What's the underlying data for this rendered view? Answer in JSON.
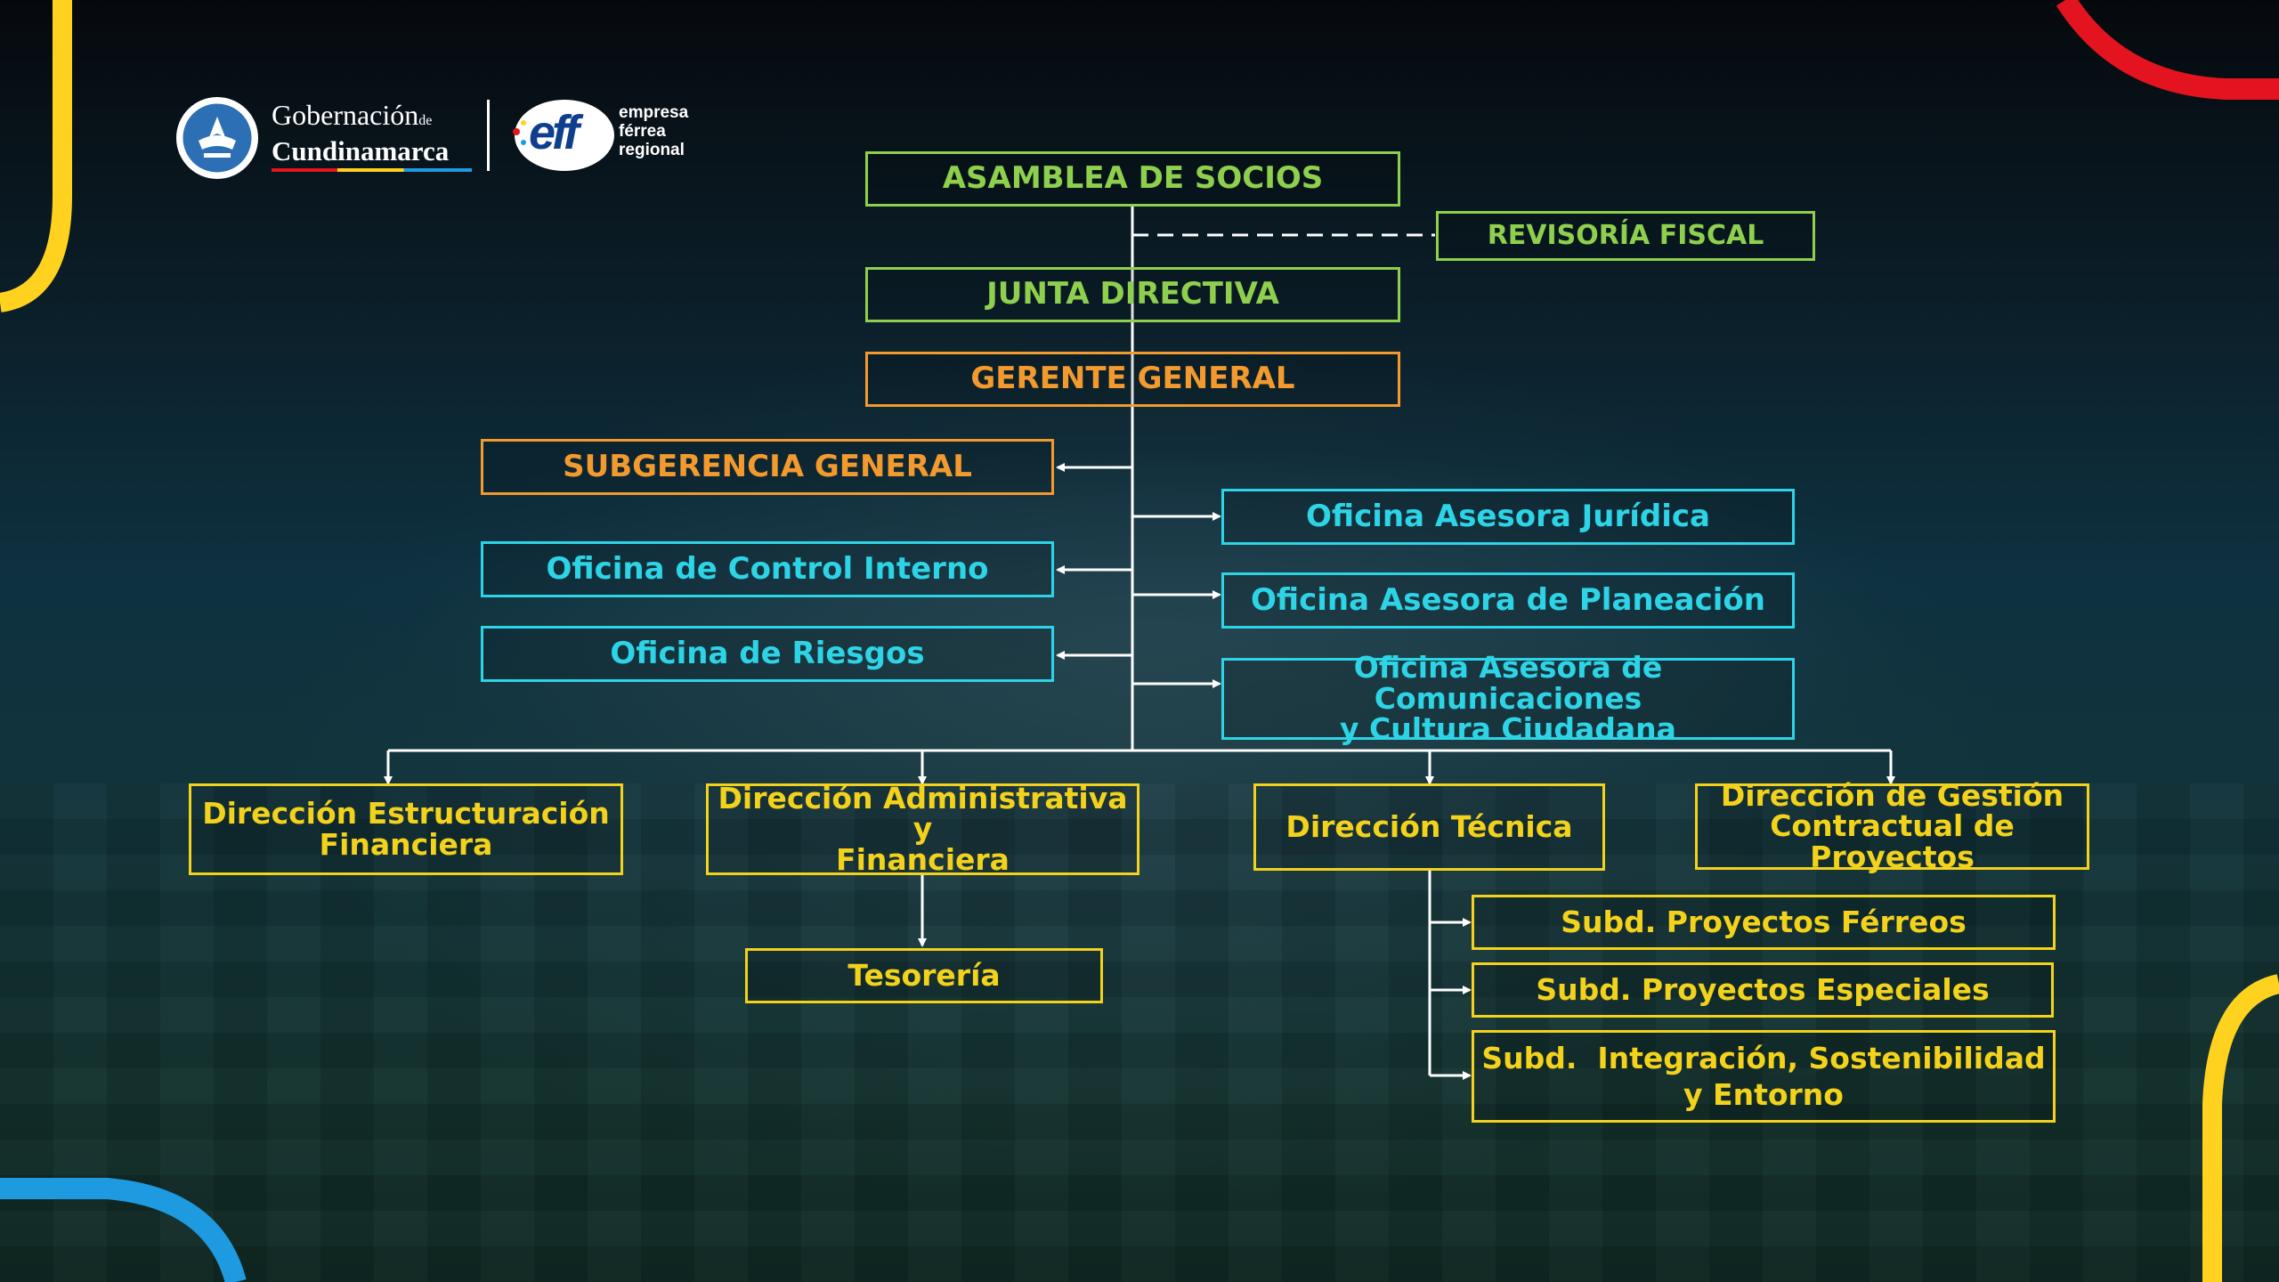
{
  "logos": {
    "gov_line1": "Gobernación",
    "gov_de": "de",
    "gov_line2": "Cundinamarca",
    "eff_mark": "eff",
    "eff_line1": "empresa",
    "eff_line2": "férrea",
    "eff_line3": "regional"
  },
  "org": {
    "asamblea": "ASAMBLEA DE SOCIOS",
    "revisoria": "REVISORÍA FISCAL",
    "junta": "JUNTA DIRECTIVA",
    "gerente": "GERENTE GENERAL",
    "subgerencia": "SUBGERENCIA GENERAL",
    "control_interno": "Oficina de Control Interno",
    "riesgos": "Oficina de Riesgos",
    "juridica": "Oficina Asesora Jurídica",
    "planeacion": "Oficina Asesora de Planeación",
    "comunicaciones_1": "Oficina Asesora de Comunicaciones",
    "comunicaciones_2": "y Cultura Ciudadana",
    "dir_estructuracion_1": "Dirección Estructuración",
    "dir_estructuracion_2": "Financiera",
    "dir_administrativa_1": "Dirección Administrativa y",
    "dir_administrativa_2": "Financiera",
    "dir_tecnica": "Dirección Técnica",
    "dir_gestion_1": "Dirección de Gestión",
    "dir_gestion_2": "Contractual de Proyectos",
    "tesoreria": "Tesorería",
    "subd_ferreos": "Subd. Proyectos Férreos",
    "subd_especiales": "Subd. Proyectos Especiales",
    "subd_integracion_1": "Subd.  Integración, Sostenibilidad",
    "subd_integracion_2": "y Entorno"
  },
  "colors": {
    "green": "#8fcf4e",
    "orange": "#f39a2e",
    "cyan": "#2dd4e6",
    "yellow": "#f3d21c",
    "corner_yellow": "#ffd21f",
    "corner_red": "#e3141f",
    "corner_blue": "#1e9be0"
  }
}
